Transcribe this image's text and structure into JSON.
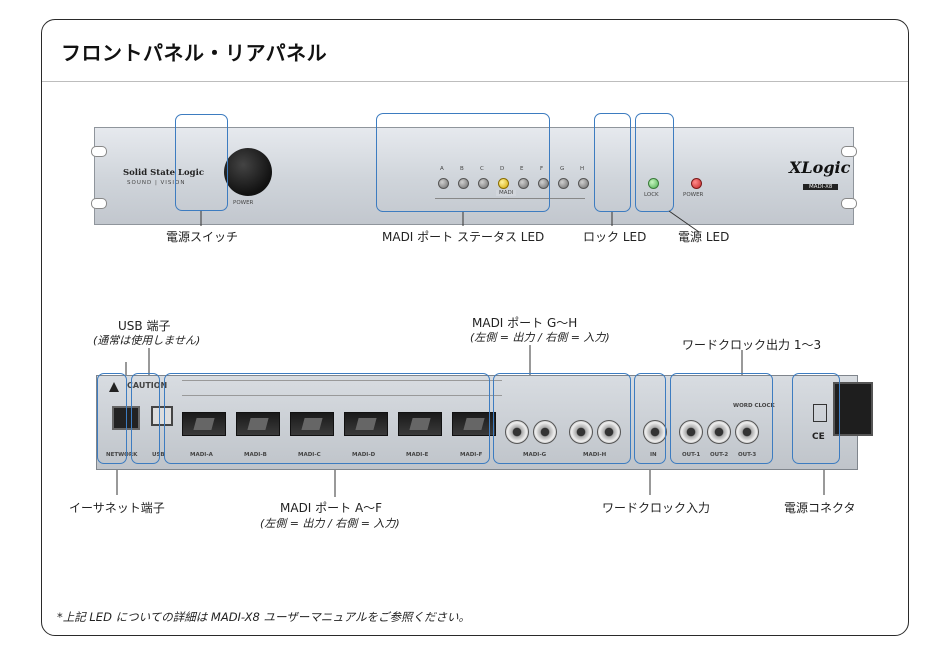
{
  "title": "フロントパネル・リアパネル",
  "front_panel": {
    "brand_main": "Solid State Logic",
    "brand_sub": "SOUND | VISION",
    "power_text": "POWER",
    "madi_text": "MADI",
    "lock_text": "LOCK",
    "power_led_text": "POWER",
    "model_logo": "XLogic",
    "model_sub": "MADI-X8",
    "led_letters": [
      "A",
      "B",
      "C",
      "D",
      "E",
      "F",
      "G",
      "H"
    ],
    "led_colors": [
      "gray",
      "gray",
      "gray",
      "amber",
      "gray",
      "gray",
      "gray",
      "gray"
    ],
    "callouts": {
      "power_switch": "電源スイッチ",
      "madi_status_led": "MADI ポート ステータス LED",
      "lock_led": "ロック LED",
      "power_led": "電源 LED"
    }
  },
  "rear_panel": {
    "madi_ports": [
      "MADI-A",
      "MADI-B",
      "MADI-C",
      "MADI-D",
      "MADI-E",
      "MADI-F"
    ],
    "madi_bnc_ports": [
      "MADI-G",
      "MADI-H"
    ],
    "wc_in": "IN",
    "wc_outs": [
      "OUT-1",
      "OUT-2",
      "OUT-3"
    ],
    "network_text": "NETWORK",
    "usb_text": "USB",
    "caution_text": "CAUTION",
    "wordclock_text": "WORD CLOCK",
    "callouts": {
      "usb_port": "USB 端子",
      "usb_note": "(通常は使用しません)",
      "madi_gh": "MADI ポート G〜H",
      "madi_gh_note": "(左側 = 出力 / 右側 = 入力)",
      "wc_out": "ワードクロック出力 1〜3",
      "ethernet": "イーサネット端子",
      "madi_af": "MADI ポート A〜F",
      "madi_af_note": "(左側 = 出力 / 右側 = 入力)",
      "wc_in": "ワードクロック入力",
      "power_connector": "電源コネクタ"
    }
  },
  "footnote": "*上記 LED についての詳細は MADI-X8 ユーザーマニュアルをご参照ください。"
}
